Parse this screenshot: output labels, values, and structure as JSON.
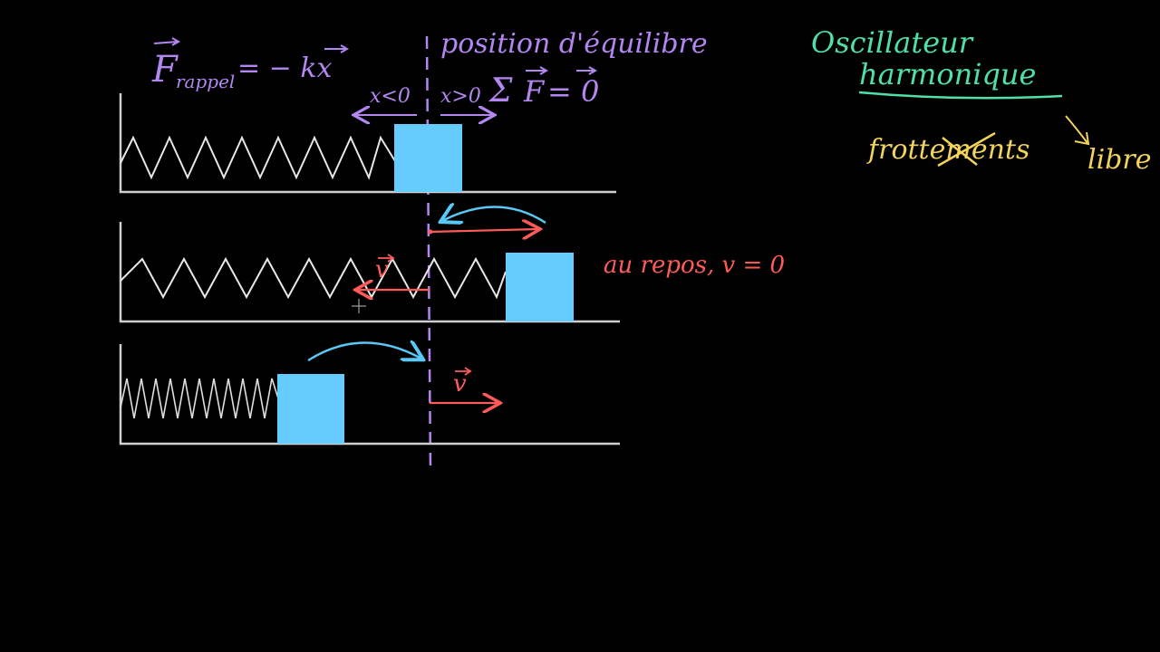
{
  "colors": {
    "background": "#000000",
    "purple": "#b386f2",
    "green": "#4fe0a9",
    "yellow": "#f3d35a",
    "red": "#ff5a5a",
    "cyan": "#5ac8f5",
    "block": "#66ccff",
    "ground": "#cfcfcf"
  },
  "annotations": {
    "force_F": "F",
    "force_sub": "rappel",
    "force_rhs": "= − kx",
    "equilibrium": "position d'équilibre",
    "x_neg": "x<0",
    "x_pos": "x>0",
    "sum_sigma": "Σ",
    "sum_F": "F",
    "sum_eq": "= 0",
    "title_line1": "Oscillateur",
    "title_line2": "harmonique",
    "frottements": "frottements",
    "libre": "libre",
    "au_repos": "au repos, v = 0",
    "v_label": "v"
  }
}
